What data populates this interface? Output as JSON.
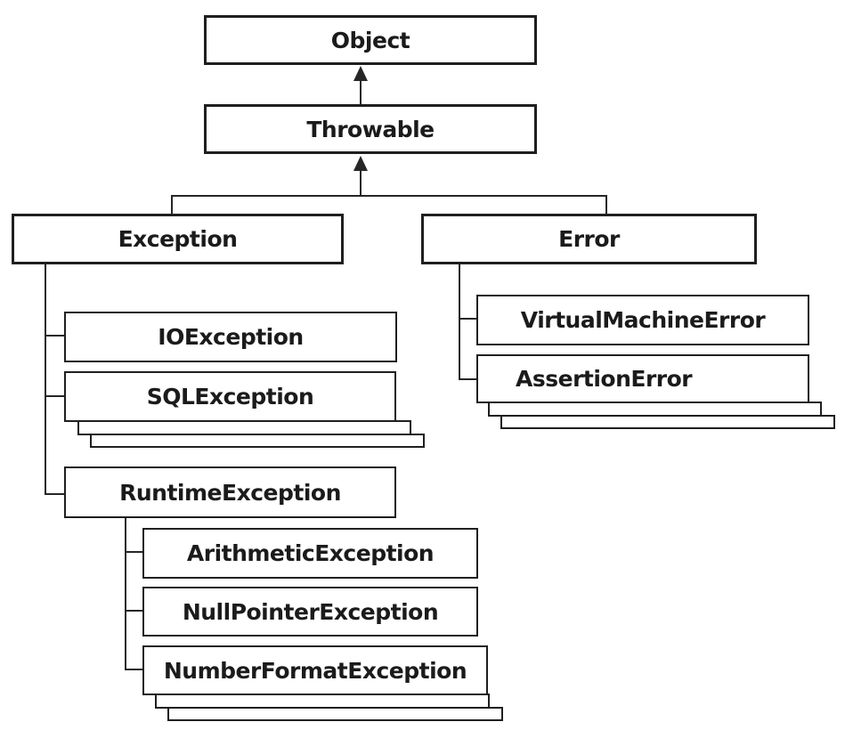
{
  "diagram": {
    "type": "class-hierarchy",
    "colors": {
      "background": "#ffffff",
      "box_fill": "#ffffff",
      "box_border": "#1f1f1f",
      "text": "#1b1b1b",
      "connector": "#262626"
    },
    "nodes": {
      "object": {
        "label": "Object"
      },
      "throwable": {
        "label": "Throwable"
      },
      "exception": {
        "label": "Exception"
      },
      "error": {
        "label": "Error"
      },
      "ioexception": {
        "label": "IOException"
      },
      "sqlexception": {
        "label": "SQLException"
      },
      "runtimeexception": {
        "label": "RuntimeException"
      },
      "arithmeticexception": {
        "label": "ArithmeticException"
      },
      "nullpointerexception": {
        "label": "NullPointerException"
      },
      "numberformatexception": {
        "label": "NumberFormatException"
      },
      "virtualmachineerror": {
        "label": "VirtualMachineError"
      },
      "assertionerror": {
        "label": "AssertionError"
      }
    },
    "edges": [
      {
        "child": "Throwable",
        "parent": "Object",
        "style": "arrow-up"
      },
      {
        "child": "Exception",
        "parent": "Throwable",
        "style": "arrow-up"
      },
      {
        "child": "Error",
        "parent": "Throwable",
        "style": "arrow-up"
      },
      {
        "child": "IOException",
        "parent": "Exception",
        "style": "elbow"
      },
      {
        "child": "SQLException",
        "parent": "Exception",
        "style": "elbow"
      },
      {
        "child": "RuntimeException",
        "parent": "Exception",
        "style": "elbow"
      },
      {
        "child": "ArithmeticException",
        "parent": "RuntimeException",
        "style": "elbow"
      },
      {
        "child": "NullPointerException",
        "parent": "RuntimeException",
        "style": "elbow"
      },
      {
        "child": "NumberFormatException",
        "parent": "RuntimeException",
        "style": "elbow"
      },
      {
        "child": "VirtualMachineError",
        "parent": "Error",
        "style": "elbow"
      },
      {
        "child": "AssertionError",
        "parent": "Error",
        "style": "elbow"
      }
    ],
    "more_subclasses_stacks": [
      {
        "under": "SQLException",
        "blank_boxes": 2
      },
      {
        "under": "NumberFormatException",
        "blank_boxes": 2
      },
      {
        "under": "AssertionError",
        "blank_boxes": 2
      }
    ]
  }
}
